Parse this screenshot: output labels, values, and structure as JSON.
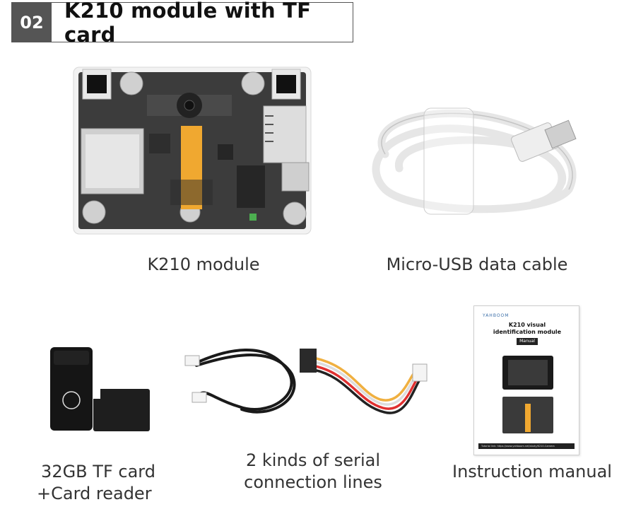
{
  "header": {
    "number": "02",
    "title": "K210 module with TF card"
  },
  "items": {
    "module": {
      "caption": "K210 module"
    },
    "cable": {
      "caption": "Micro-USB data cable"
    },
    "tfcard": {
      "caption_line1": "32GB TF card",
      "caption_line2": "+Card reader"
    },
    "serial": {
      "caption_line1": "2 kinds of serial",
      "caption_line2": "connection lines"
    },
    "manual": {
      "caption": "Instruction manual",
      "brand": "YAHBOOM",
      "title_line1": "K210 visual",
      "title_line2": "identification module",
      "badge": "Manual",
      "footer": "Tutorial link: https://www.yahboom.net/study/K210-Camera"
    }
  },
  "colors": {
    "header_bg": "#555555",
    "pcb": "#3a3a3a",
    "ribbon": "#f0a830"
  }
}
